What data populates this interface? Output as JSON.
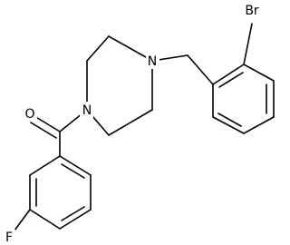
{
  "molecule": {
    "atoms": {
      "N1": "N",
      "N4": "N",
      "O": "O",
      "Br": "Br",
      "F": "F"
    }
  }
}
